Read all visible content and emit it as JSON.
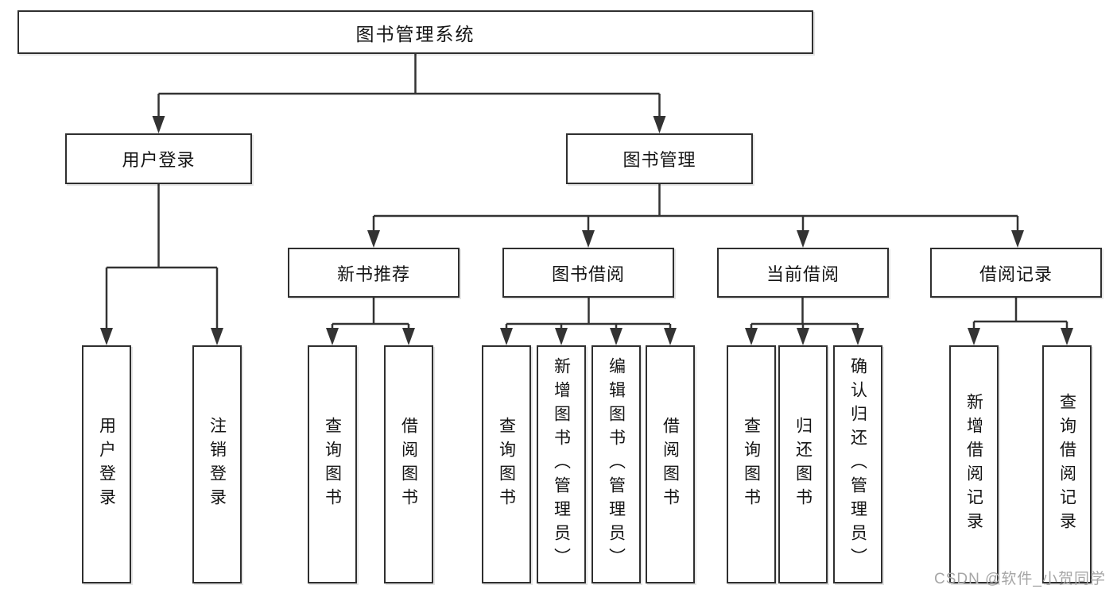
{
  "diagram": {
    "root": {
      "label": "图书管理系统"
    },
    "branches": [
      {
        "label": "用户登录",
        "children": [
          {
            "label": "用户登录"
          },
          {
            "label": "注销登录"
          }
        ]
      },
      {
        "label": "图书管理",
        "children": [
          {
            "label": "新书推荐",
            "children": [
              {
                "label": "查询图书"
              },
              {
                "label": "借阅图书"
              }
            ]
          },
          {
            "label": "图书借阅",
            "children": [
              {
                "label": "查询图书"
              },
              {
                "label": "新增图书（管理员）"
              },
              {
                "label": "编辑图书（管理员）"
              },
              {
                "label": "借阅图书"
              }
            ]
          },
          {
            "label": "当前借阅",
            "children": [
              {
                "label": "查询图书"
              },
              {
                "label": "归还图书"
              },
              {
                "label": "确认归还（管理员）"
              }
            ]
          },
          {
            "label": "借阅记录",
            "children": [
              {
                "label": "新增借阅记录"
              },
              {
                "label": "查询借阅记录"
              }
            ]
          }
        ]
      }
    ]
  },
  "watermark": {
    "text": "CSDN @软件_小贺同学"
  },
  "colors": {
    "line": "#333333",
    "box_border": "#2f2f2f",
    "text": "#141414",
    "watermark": "#a6a6a6",
    "background": "#ffffff"
  }
}
